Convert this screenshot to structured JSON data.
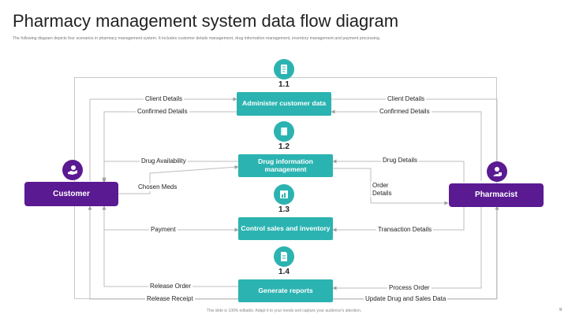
{
  "title": "Pharmacy management system data flow diagram",
  "subtitle": "The following diagram depicts four scenarios in pharmacy management system. It includes customer details management, drug information management, inventory management and payment processing.",
  "entities": {
    "customer": "Customer",
    "pharmacist": "Pharmacist"
  },
  "processes": [
    {
      "step": "1.1",
      "label": "Administer customer data"
    },
    {
      "step": "1.2",
      "label": "Drug information management"
    },
    {
      "step": "1.3",
      "label": "Control sales and inventory"
    },
    {
      "step": "1.4",
      "label": "Generate reports"
    }
  ],
  "flows": {
    "left": {
      "client_details": "Client Details",
      "confirmed_details": "Confirmed Details",
      "drug_availability": "Drug Availability",
      "chosen_meds": "Chosen Meds",
      "payment": "Payment",
      "release_order": "Release Order",
      "release_receipt": "Release Receipt"
    },
    "right": {
      "client_details": "Client Details",
      "confirmed_details": "Confirmed Details",
      "drug_details": "Drug Details",
      "order_details_1": "Order",
      "order_details_2": "Details",
      "transaction_details": "Transaction Details",
      "process_order": "Process Order",
      "update_drug_sales": "Update Drug and Sales Data"
    }
  },
  "footer": "This slide is 100% editable. Adapt it to your needs and capture your audience's attention.",
  "page_number": "9",
  "colors": {
    "teal": "#2bb3b1",
    "purple": "#5a1a92",
    "line": "#bdbdbd"
  }
}
